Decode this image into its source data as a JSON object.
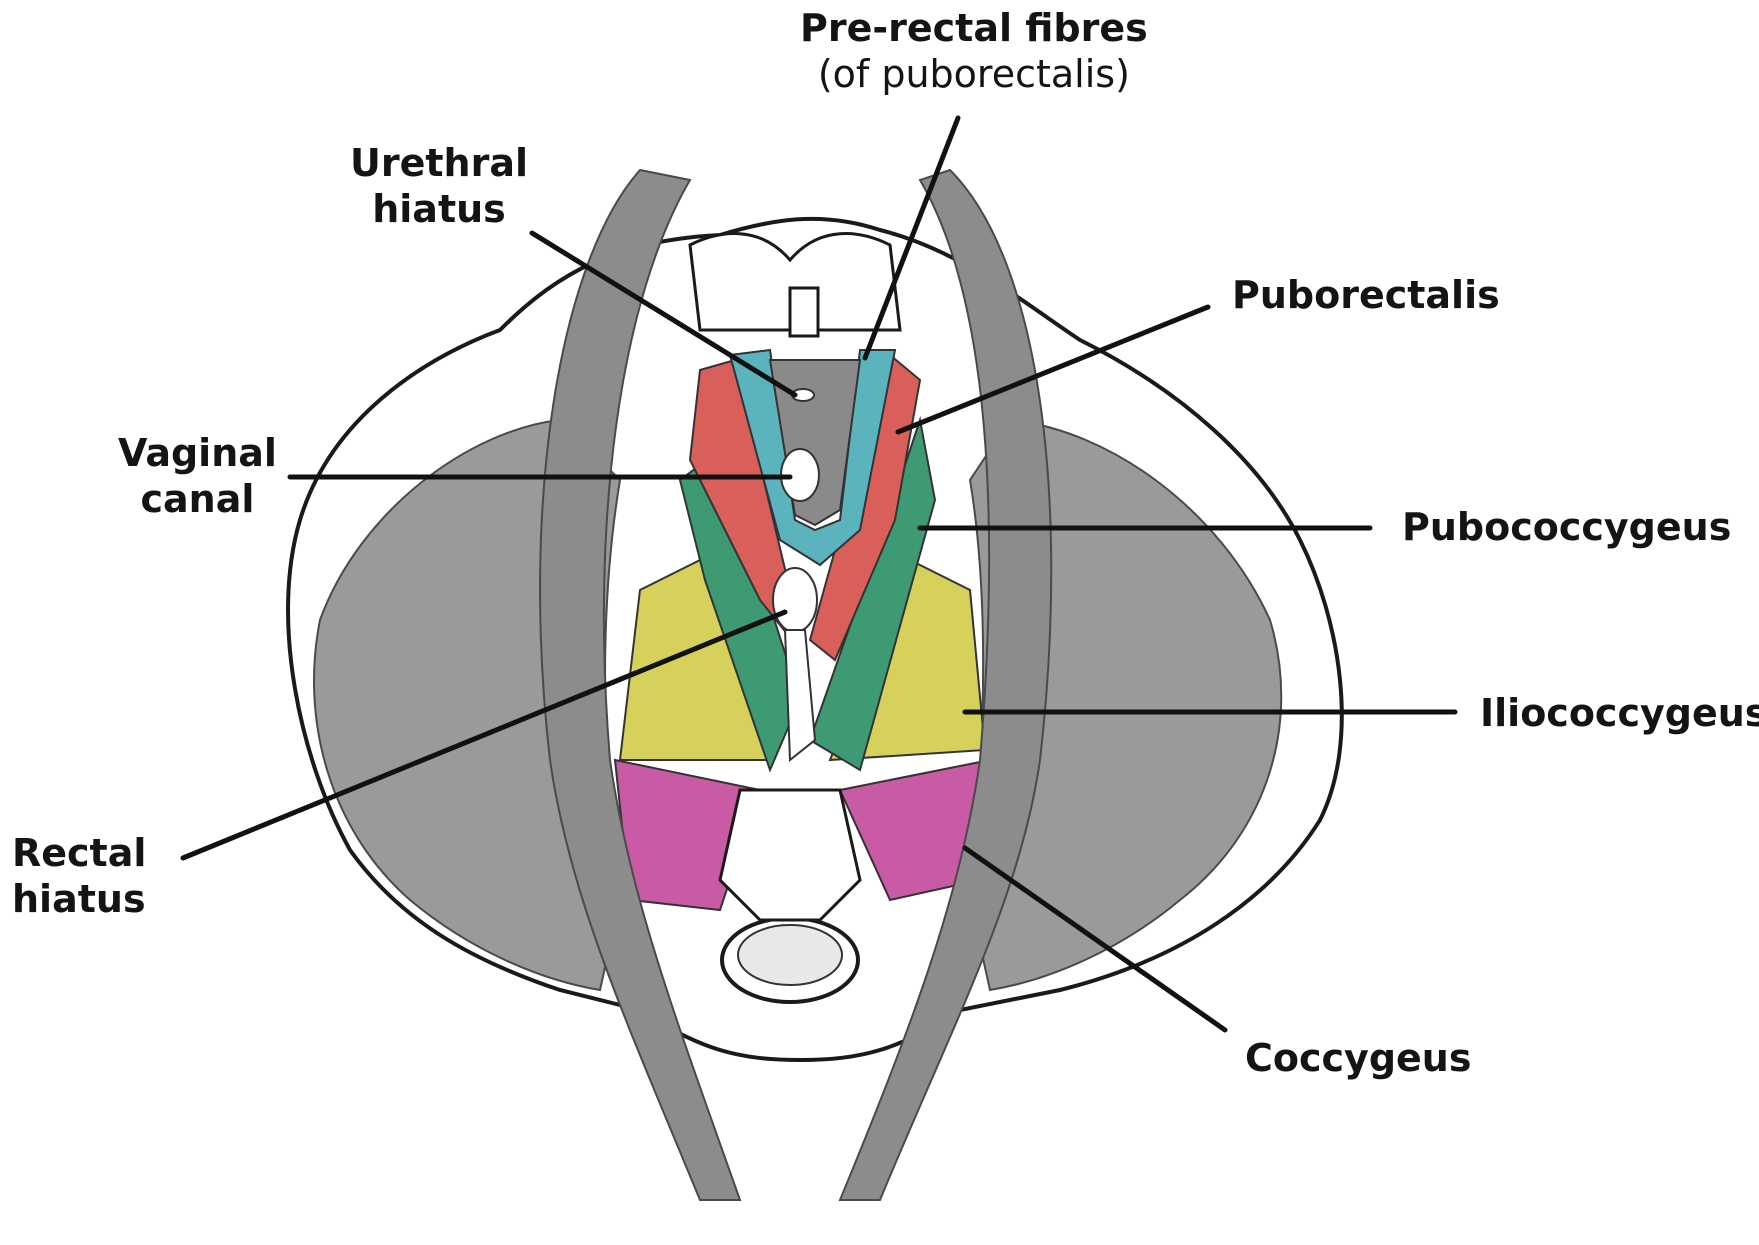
{
  "labels": {
    "pre_rectal": {
      "title": "Pre-rectal fibres",
      "subtitle": "(of puborectalis)"
    },
    "urethral_hiatus": {
      "line1": "Urethral",
      "line2": "hiatus"
    },
    "puborectalis": {
      "line1": "Puborectalis"
    },
    "vaginal_canal": {
      "line1": "Vaginal",
      "line2": "canal"
    },
    "pubococcygeus": {
      "line1": "Pubococcygeus"
    },
    "iliococcygeus": {
      "line1": "Iliococcygeus"
    },
    "rectal_hiatus": {
      "line1": "Rectal",
      "line2": "hiatus"
    },
    "coccygeus": {
      "line1": "Coccygeus"
    }
  },
  "colors": {
    "outline": "#1a1a1a",
    "gray_muscle": "#9a9a9a",
    "gray_dark": "#7d7d7d",
    "puborectalis": "#d9605a",
    "pre_rectal": "#5ab3bd",
    "pubococcygeus": "#3e9a73",
    "iliococcygeus": "#d6d15a",
    "coccygeus": "#c85aa6"
  }
}
